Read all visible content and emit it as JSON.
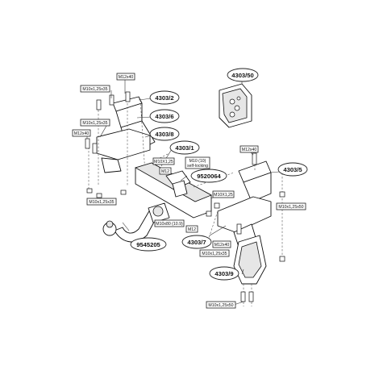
{
  "callouts": [
    {
      "id": "part-4303-50",
      "text": "4303/50"
    },
    {
      "id": "part-4303-2",
      "text": "4303/2"
    },
    {
      "id": "part-4303-6",
      "text": "4303/6"
    },
    {
      "id": "part-4303-8",
      "text": "4303/8"
    },
    {
      "id": "part-4303-1",
      "text": "4303/1"
    },
    {
      "id": "part-9520064",
      "text": "9520064"
    },
    {
      "id": "part-4303-5",
      "text": "4303/5"
    },
    {
      "id": "part-9545205",
      "text": "9545205"
    },
    {
      "id": "part-4303-7",
      "text": "4303/7"
    },
    {
      "id": "part-4303-9",
      "text": "4303/9"
    }
  ],
  "bolt_labels": [
    {
      "id": "bolt-m12x40-top",
      "text": "M12x40"
    },
    {
      "id": "bolt-m10x125x35-a",
      "text": "M10x1,25x35"
    },
    {
      "id": "bolt-m10x125x35-b",
      "text": "M10x1,25x35"
    },
    {
      "id": "bolt-m12x40-left",
      "text": "M12x40"
    },
    {
      "id": "bolt-m10x125",
      "text": "M10X1,25"
    },
    {
      "id": "bolt-m12-a",
      "text": "M12"
    },
    {
      "id": "nut-m10-selflocking-1",
      "text": "M10 (10)"
    },
    {
      "id": "nut-m10-selflocking-2",
      "text": "self-locking"
    },
    {
      "id": "bolt-m12x40-right",
      "text": "M12x40"
    },
    {
      "id": "bolt-m10x125-right",
      "text": "M10X1,25"
    },
    {
      "id": "bolt-m10x125x50-right",
      "text": "M10x1,25x50"
    },
    {
      "id": "bolt-m10x125x35-left-low",
      "text": "M10x1,25x35"
    },
    {
      "id": "bolt-m10x80",
      "text": "M10x80 (10.9)"
    },
    {
      "id": "bolt-m12-b",
      "text": "M12"
    },
    {
      "id": "bolt-m12x40-low",
      "text": "M12x40"
    },
    {
      "id": "bolt-m10x125x35-low",
      "text": "M10x1,25x35"
    },
    {
      "id": "bolt-m10x125x50-bottom",
      "text": "M10x1,25x50"
    }
  ]
}
